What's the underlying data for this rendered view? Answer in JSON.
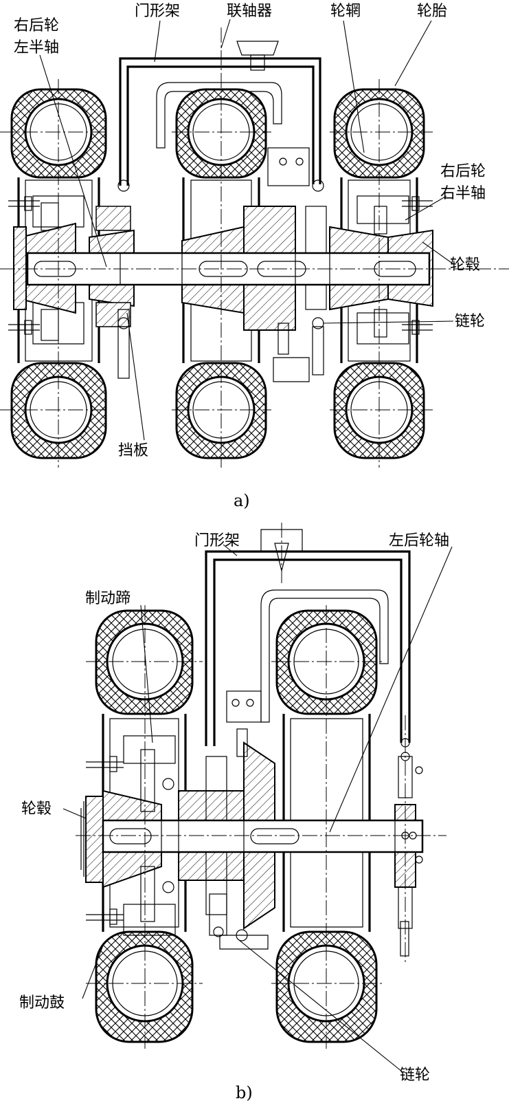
{
  "figure_a": {
    "caption": "a)",
    "labels": {
      "you_hou_lun": "右后轮",
      "zuo_ban_zhou": "左半轴",
      "men_xing_jia": "门形架",
      "lian_zhou_qi": "联轴器",
      "lun_wang": "轮辋",
      "lun_tai": "轮胎",
      "you_hou_lun_2": "右后轮",
      "you_ban_zhou": "右半轴",
      "lun_gu": "轮毂",
      "lian_lun": "链轮",
      "dang_ban": "挡板"
    }
  },
  "figure_b": {
    "caption": "b)",
    "labels": {
      "men_xing_jia": "门形架",
      "zuo_hou_lun_zhou": "左后轮轴",
      "zhi_dong_ti": "制动蹄",
      "lun_gu": "轮毂",
      "zhi_dong_gu": "制动鼓",
      "lian_lun": "链轮"
    }
  },
  "colors": {
    "line": "#000000",
    "background": "#ffffff"
  }
}
